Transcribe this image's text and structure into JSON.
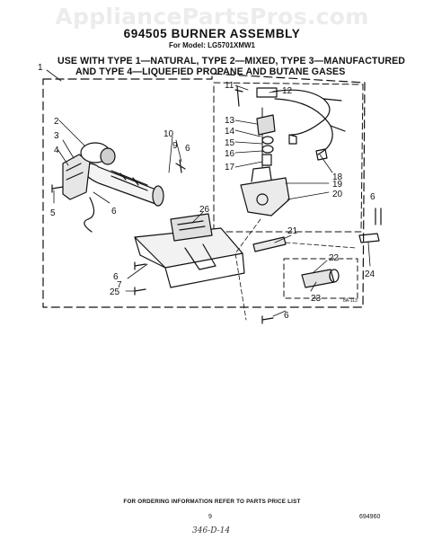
{
  "watermark": "AppliancePartsPros.com",
  "header": {
    "title": "694505 BURNER ASSEMBLY",
    "model": "For Model: LG5701XMW1"
  },
  "note": {
    "line1": "USE WITH TYPE 1—NATURAL, TYPE 2—MIXED, TYPE 3—MANUFACTURED",
    "line2": "AND TYPE 4—LIQUEFIED PROPANE AND BUTANE GASES"
  },
  "callouts": [
    "1",
    "2",
    "3",
    "4",
    "5",
    "6",
    "6",
    "6",
    "6",
    "6",
    "7",
    "9",
    "10",
    "11",
    "12",
    "13",
    "14",
    "15",
    "16",
    "17",
    "18",
    "19",
    "20",
    "21",
    "22",
    "23",
    "24",
    "25",
    "26"
  ],
  "drawing_code": "8A-113",
  "footer": {
    "ordering_note": "FOR ORDERING INFORMATION REFER TO PARTS PRICE LIST",
    "page_number": "9",
    "document_number": "694960",
    "handwritten": "346-D-14"
  }
}
